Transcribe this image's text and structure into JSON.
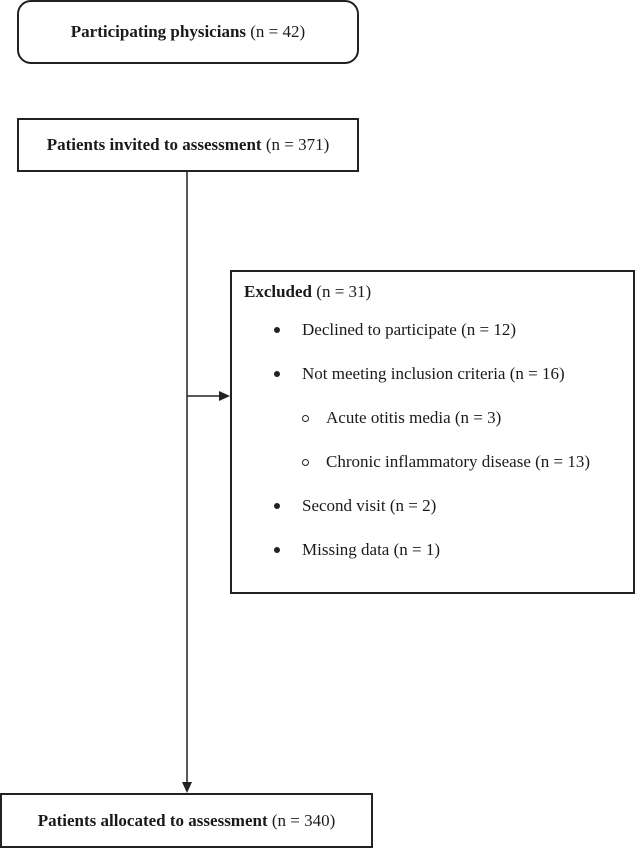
{
  "physicians": {
    "label": "Participating physicians",
    "count": "(n = 42)"
  },
  "invited": {
    "label": "Patients invited to assessment",
    "count": "(n = 371)"
  },
  "excluded": {
    "label": "Excluded",
    "count": "(n = 31)",
    "items": [
      {
        "text": "Declined to participate (n = 12)"
      },
      {
        "text": "Not meeting inclusion criteria (n = 16)",
        "subitems": [
          {
            "text": "Acute otitis media (n = 3)"
          },
          {
            "text": "Chronic inflammatory disease (n = 13)"
          }
        ]
      },
      {
        "text": "Second visit (n = 2)"
      },
      {
        "text": "Missing data (n = 1)"
      }
    ]
  },
  "allocated": {
    "label": "Patients allocated to assessment",
    "count": "(n = 340)"
  }
}
